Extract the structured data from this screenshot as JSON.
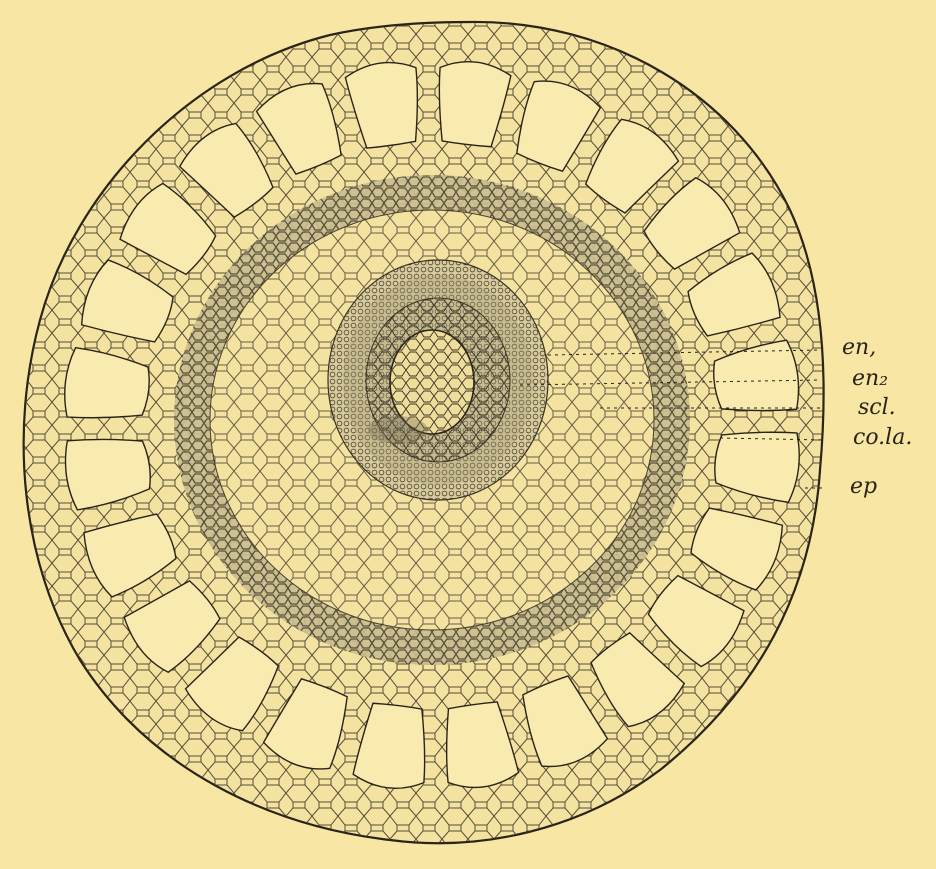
{
  "figure": {
    "subject": "transverse section of a root",
    "palette": {
      "paper": "#f7e6a4",
      "ink": "#3a3326",
      "sclerenchyma_shade": "#b9ad84",
      "stele_shade": "#a59a78"
    }
  },
  "labels": [
    {
      "id": "en1",
      "text": "en,"
    },
    {
      "id": "en2",
      "text": "en₂"
    },
    {
      "id": "scl",
      "text": "scl."
    },
    {
      "id": "cola",
      "text": "co.la."
    },
    {
      "id": "ep",
      "text": "ep"
    }
  ]
}
